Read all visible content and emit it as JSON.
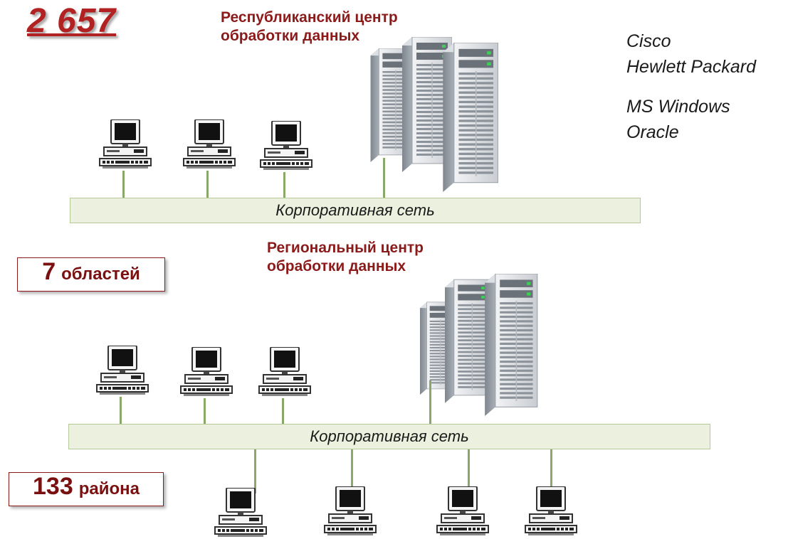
{
  "header": {
    "big_count": "2 657"
  },
  "republic_center": {
    "title_line1": "Республиканский центр",
    "title_line2": "обработки данных"
  },
  "vendors": {
    "line1": "Cisco",
    "line2": "Hewlett Packard",
    "line3": "MS Windows",
    "line4": "Oracle"
  },
  "network_top": {
    "label": "Корпоративная сеть"
  },
  "regional_center": {
    "title_line1": "Региональный центр",
    "title_line2": "обработки данных"
  },
  "regions_box": {
    "number": "7",
    "unit": "областей"
  },
  "network_bottom": {
    "label": "Корпоративная сеть"
  },
  "districts_box": {
    "number": "133",
    "unit": "района"
  },
  "icons": {
    "server": "server-rack-icon",
    "workstation": "desktop-computer-icon"
  },
  "colors": {
    "accent_red": "#b22222",
    "title_red": "#8b1a1a",
    "network_fill": "#ebf1de",
    "network_border": "#b5c99a",
    "wire": "#8aa86a"
  }
}
